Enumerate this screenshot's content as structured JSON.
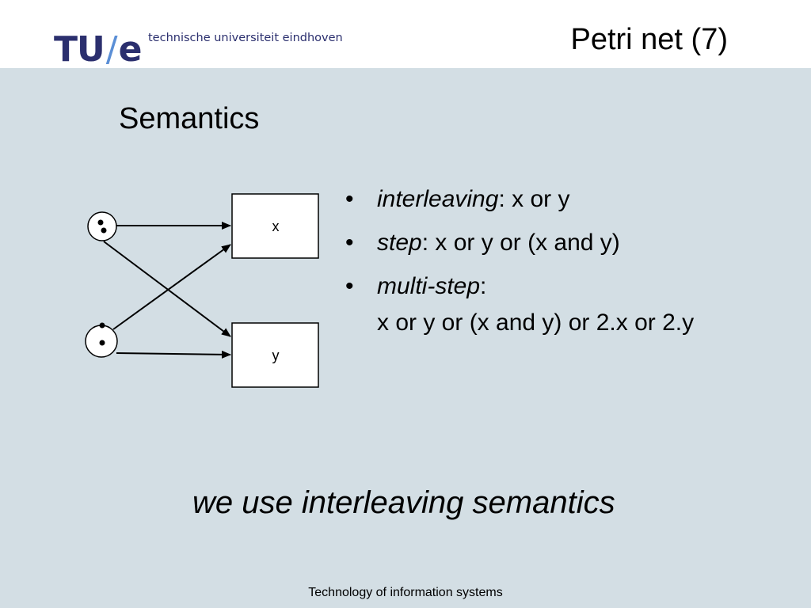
{
  "header": {
    "logo_tu": "TU",
    "logo_slash": "/",
    "logo_e": "e",
    "university": "technische universiteit eindhoven",
    "slide_title": "Petri net (7)"
  },
  "heading": "Semantics",
  "diagram": {
    "transitions": [
      {
        "id": "x",
        "label": "x"
      },
      {
        "id": "y",
        "label": "y"
      }
    ],
    "places": [
      {
        "id": "p1",
        "tokens": 2
      },
      {
        "id": "p2",
        "tokens": 2
      }
    ],
    "arcs": [
      {
        "from": "p1",
        "to": "x"
      },
      {
        "from": "p1",
        "to": "y"
      },
      {
        "from": "p2",
        "to": "x"
      },
      {
        "from": "p2",
        "to": "y"
      }
    ]
  },
  "bullets": [
    {
      "term": "interleaving",
      "rest": ": x or y",
      "cont": ""
    },
    {
      "term": "step",
      "rest": ": x or y or (x and y)",
      "cont": ""
    },
    {
      "term": "multi-step",
      "rest": ":",
      "cont": "x or y or (x and y) or 2.x or 2.y"
    }
  ],
  "bullet_symbol": "•",
  "conclusion": "we use interleaving semantics",
  "footer": "Technology of  information systems",
  "colors": {
    "background": "#d3dee4",
    "header": "#ffffff",
    "logo": "#2b2f6e",
    "logo_slash": "#5b8fd6"
  }
}
